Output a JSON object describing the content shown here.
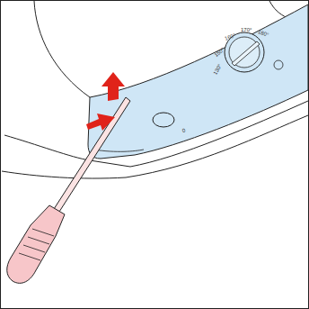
{
  "diagram": {
    "labels": [
      "130°",
      "150°",
      "160°",
      "170°",
      "180°",
      "0"
    ]
  }
}
